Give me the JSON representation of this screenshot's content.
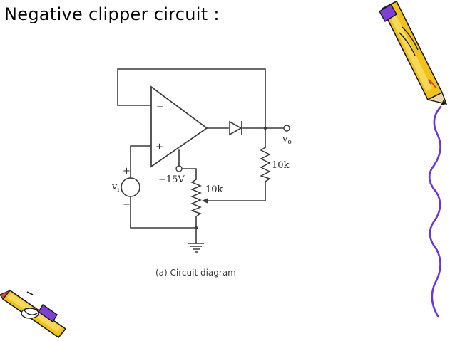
{
  "slide": {
    "title": "Negative clipper circuit :"
  },
  "circuit": {
    "minus_sign": "−",
    "plus_sign": "+",
    "source_plus": "+",
    "source_minus": "−",
    "input_label": "v",
    "input_label_sub": "i",
    "output_label": "v",
    "output_label_sub": "o",
    "supply_label": "−15V",
    "pot_label": "10k",
    "resistor_label": "10k",
    "caption": "(a) Circuit diagram"
  },
  "colors": {
    "wire": "#3a3a3a",
    "pencil_body": "#f2c21a",
    "pencil_band": "#7d3fd6",
    "pencil_tip": "#d8453a",
    "curve": "#6a35e0"
  },
  "decorations": {
    "top_right": "pencil-icon",
    "bottom_left": "pencil-icon",
    "right_edge": "curly-bracket-icon"
  }
}
